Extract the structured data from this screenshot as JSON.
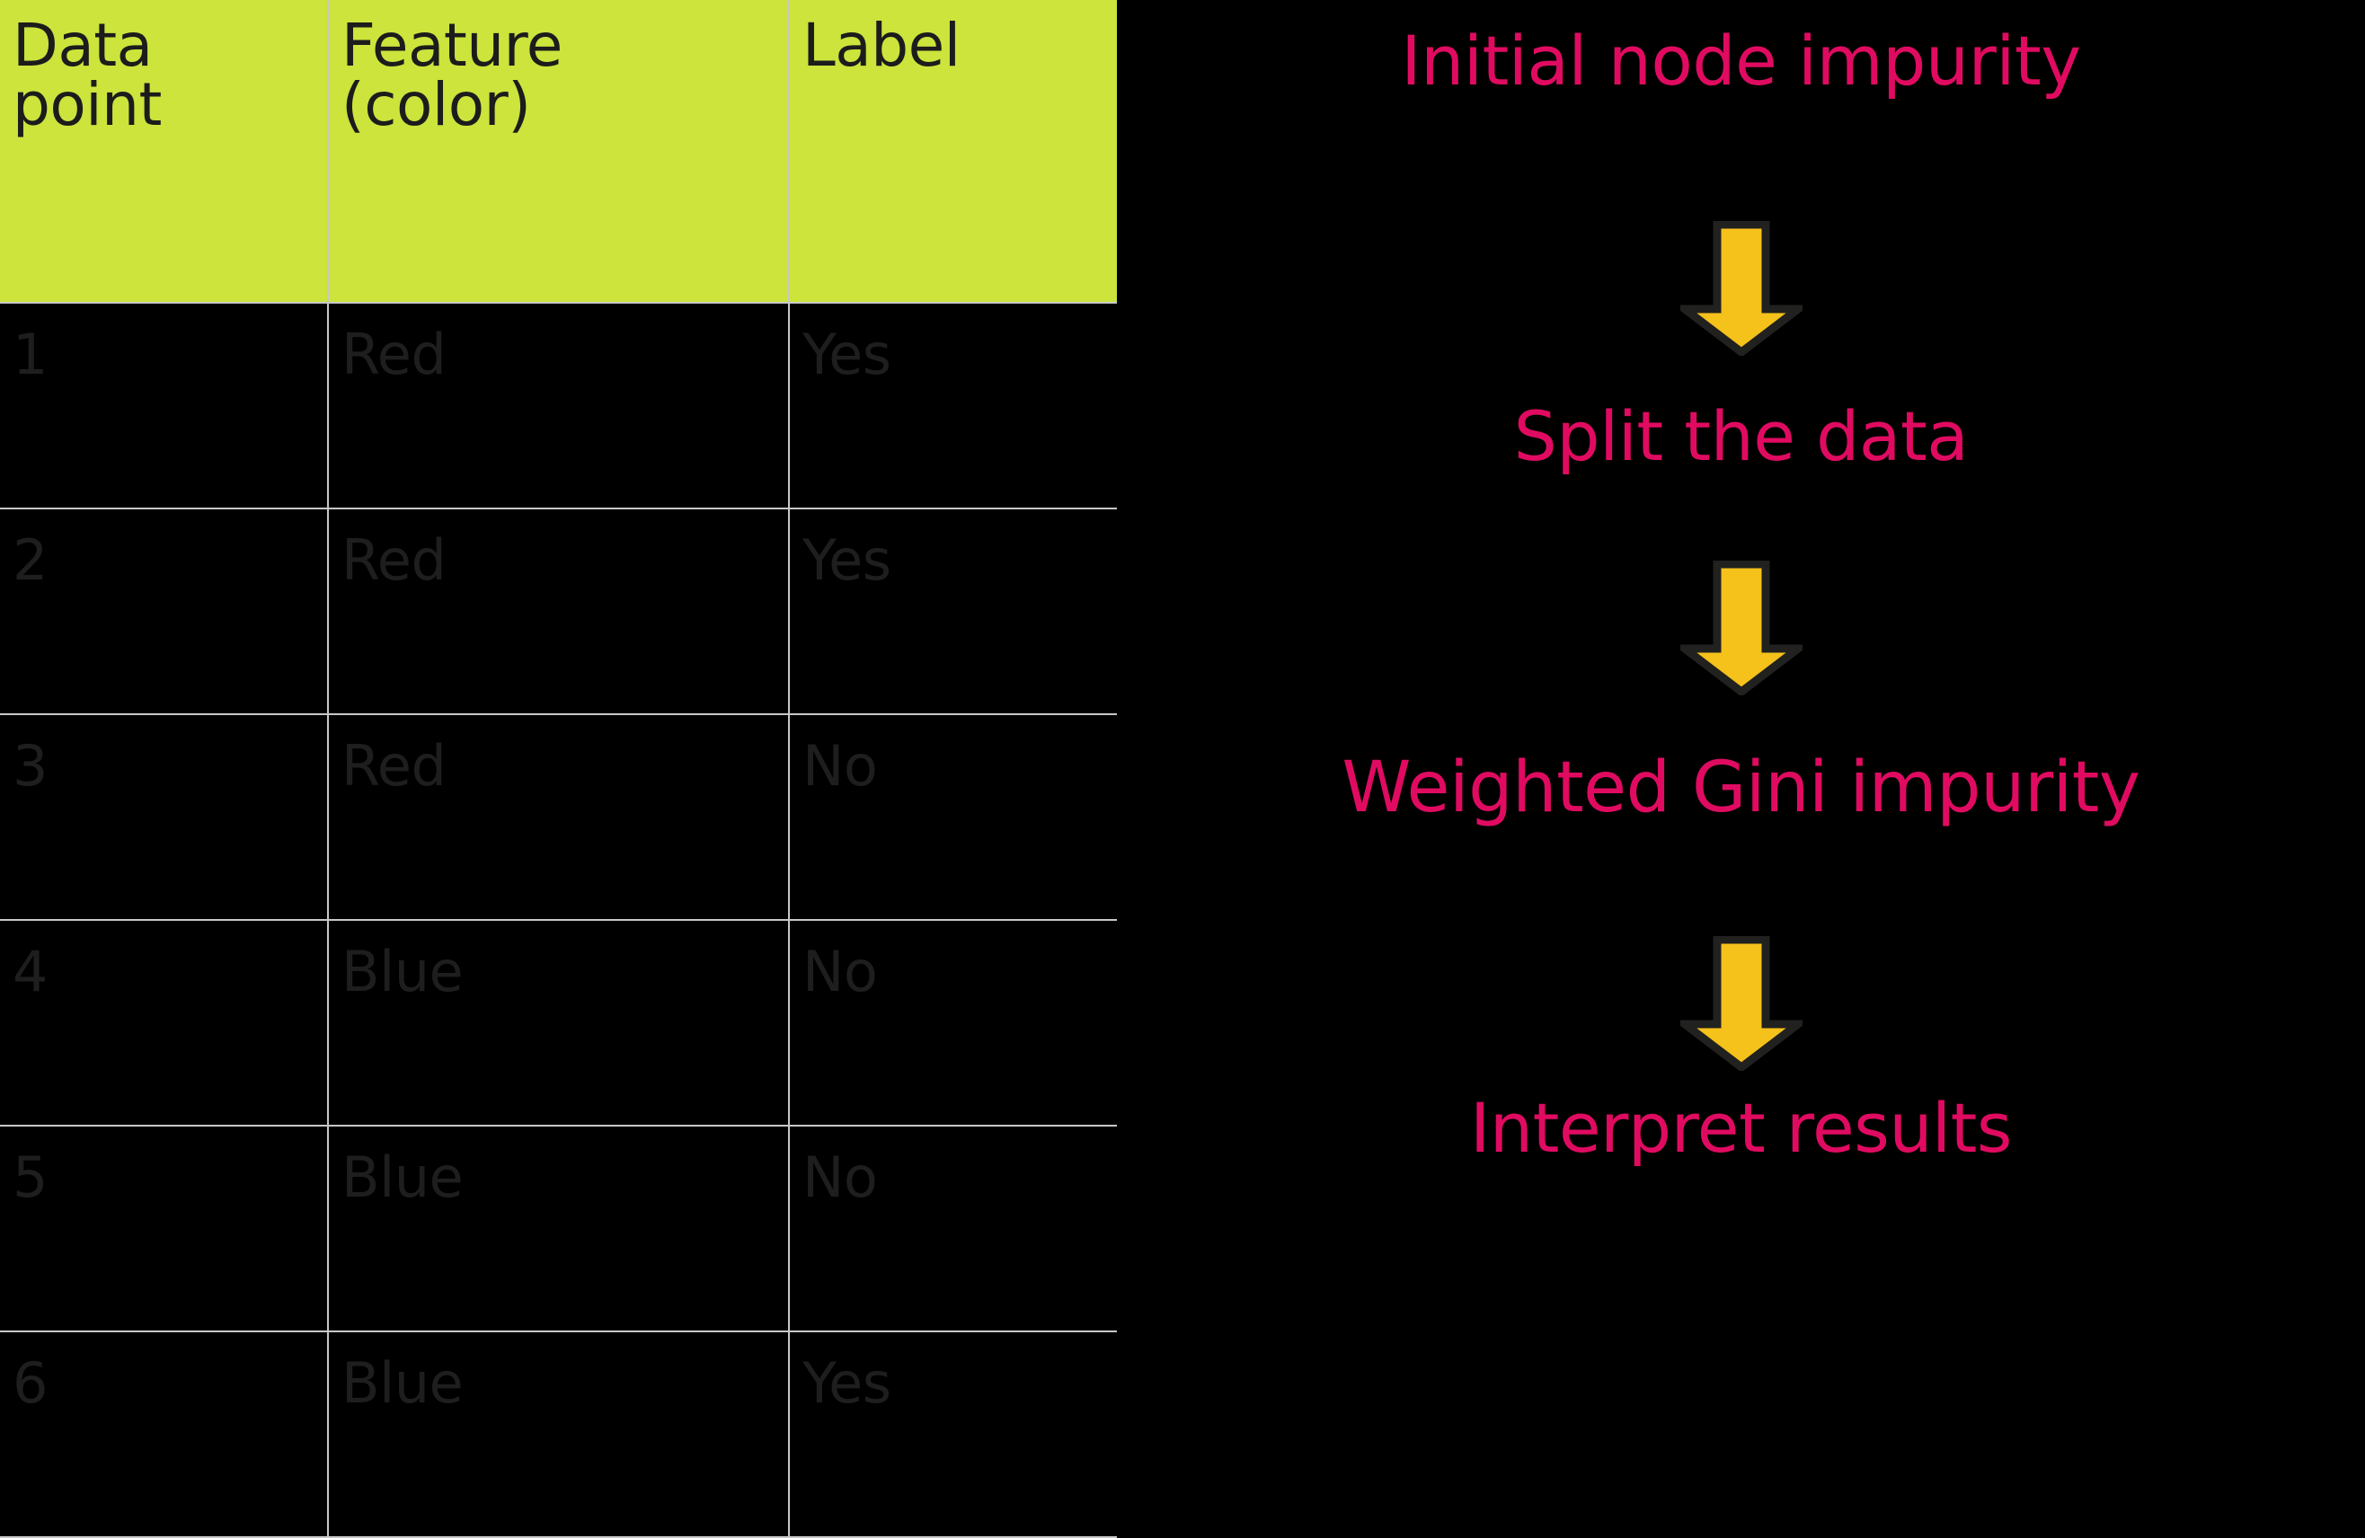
{
  "palette": {
    "background": "#000000",
    "header_green": "#CCE43C",
    "header_text": "#1C1C1C",
    "body_text": "#1E1E1E",
    "gridline": "#C8C8C8",
    "flow_text_magenta": "#E00B61",
    "arrow_fill_yellow": "#F5C11B",
    "arrow_outline": "#21211F"
  },
  "table": {
    "headers": [
      {
        "line1": "Data",
        "line2": "point"
      },
      {
        "line1": "Feature",
        "line2": "(color)"
      },
      {
        "line1": "Label",
        "line2": ""
      }
    ],
    "rows": [
      {
        "point": "1",
        "feature": "Red",
        "label": "Yes"
      },
      {
        "point": "2",
        "feature": "Red",
        "label": "Yes"
      },
      {
        "point": "3",
        "feature": "Red",
        "label": "No"
      },
      {
        "point": "4",
        "feature": "Blue",
        "label": "No"
      },
      {
        "point": "5",
        "feature": "Blue",
        "label": "No"
      },
      {
        "point": "6",
        "feature": "Blue",
        "label": "Yes"
      }
    ]
  },
  "flowchart": {
    "steps": [
      {
        "label": "Initial node impurity"
      },
      {
        "label": "Split the data"
      },
      {
        "label": "Weighted Gini impurity"
      },
      {
        "label": "Interpret results"
      }
    ],
    "arrows": [
      {
        "icon": "down-arrow-icon"
      },
      {
        "icon": "down-arrow-icon"
      },
      {
        "icon": "down-arrow-icon"
      }
    ]
  }
}
